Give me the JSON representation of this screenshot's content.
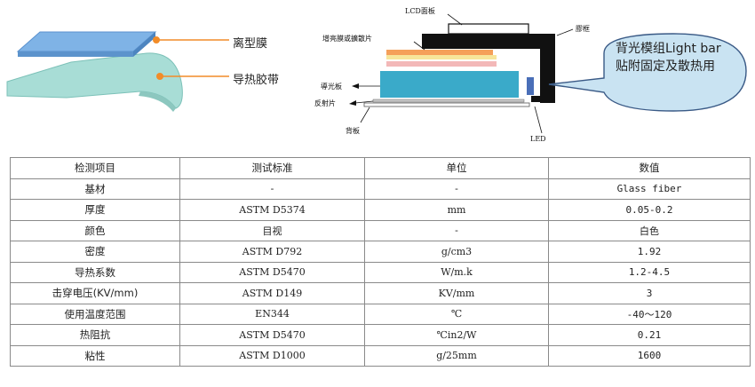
{
  "left_diagram": {
    "labels": {
      "release_film": "离型膜",
      "thermal_tape": "导热胶带"
    }
  },
  "right_diagram": {
    "labels": {
      "lcd_panel": "LCD面板",
      "frame": "膠框",
      "brightness_film": "增亮膜或擴散片",
      "light_guide": "導光板",
      "reflector": "反射片",
      "back_plate": "背板",
      "led": "LED"
    },
    "callout": "背光模组Light bar贴附固定及散热用"
  },
  "table": {
    "headers": [
      "检测项目",
      "测试标准",
      "单位",
      "数值"
    ],
    "rows": [
      [
        "基材",
        "-",
        "-",
        "Glass fiber"
      ],
      [
        "厚度",
        "ASTM D5374",
        "mm",
        "0.05-0.2"
      ],
      [
        "颜色",
        "目视",
        "-",
        "白色"
      ],
      [
        "密度",
        "ASTM D792",
        "g/cm3",
        "1.92"
      ],
      [
        "导热系数",
        "ASTM D5470",
        "W/m.k",
        "1.2-4.5"
      ],
      [
        "击穿电压(KV/mm)",
        "ASTM D149",
        "KV/mm",
        "3"
      ],
      [
        "使用温度范围",
        "EN344",
        "℃",
        "-40～120"
      ],
      [
        "热阻抗",
        "ASTM D5470",
        "℃in2/W",
        "0.21"
      ],
      [
        "粘性",
        "ASTM D1000",
        "g/25mm",
        "1600"
      ]
    ]
  },
  "colors": {
    "release_film": "#7fb3e6",
    "tape": "#a8ddd6",
    "leader_orange": "#f28c28",
    "frame_black": "#111111",
    "light_guide": "#3aaac9",
    "film_orange": "#f5a05a",
    "film_yellow": "#f7e59a",
    "film_pink": "#f3b8b8",
    "led_blue": "#4a6fb8",
    "bubble_fill": "#c9e3f2",
    "bubble_stroke": "#3a5a86"
  }
}
